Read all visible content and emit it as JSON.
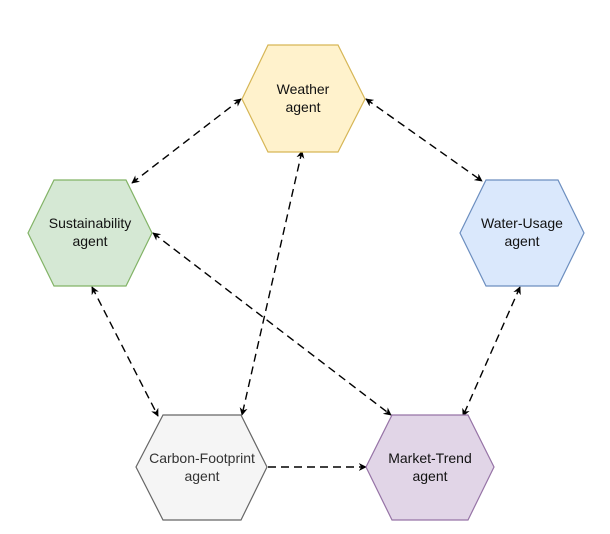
{
  "nodes": [
    {
      "id": "weather",
      "line1": "Weather",
      "line2": "agent",
      "fill": "#fff2cc",
      "stroke": "#d6b656"
    },
    {
      "id": "sustainability",
      "line1": "Sustainability",
      "line2": "agent",
      "fill": "#d5e8d4",
      "stroke": "#82b366"
    },
    {
      "id": "water-usage",
      "line1": "Water-Usage",
      "line2": "agent",
      "fill": "#dae8fc",
      "stroke": "#6c8ebf"
    },
    {
      "id": "carbon-footprint",
      "line1": "Carbon-Footprint",
      "line2": "agent",
      "fill": "#f5f5f5",
      "stroke": "#666666"
    },
    {
      "id": "market-trend",
      "line1": "Market-Trend",
      "line2": "agent",
      "fill": "#e1d5e7",
      "stroke": "#9673a6"
    }
  ],
  "edges": [
    {
      "from": "weather",
      "to": "sustainability",
      "direction": "both"
    },
    {
      "from": "weather",
      "to": "water-usage",
      "direction": "both"
    },
    {
      "from": "weather",
      "to": "carbon-footprint",
      "direction": "both"
    },
    {
      "from": "sustainability",
      "to": "carbon-footprint",
      "direction": "both"
    },
    {
      "from": "sustainability",
      "to": "market-trend",
      "direction": "both"
    },
    {
      "from": "water-usage",
      "to": "market-trend",
      "direction": "both"
    },
    {
      "from": "carbon-footprint",
      "to": "market-trend",
      "direction": "forward"
    }
  ]
}
